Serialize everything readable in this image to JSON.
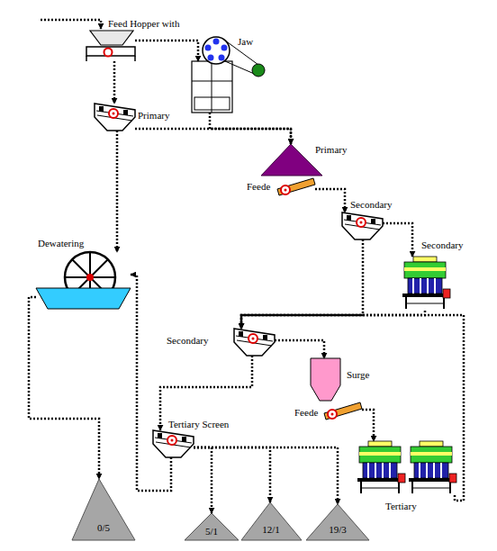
{
  "diagram": {
    "nodes": [
      {
        "text": [
          "Feed Hopper with"
        ]
      },
      {
        "text": [
          "Jaw"
        ]
      },
      {
        "text": [
          "Primary"
        ]
      },
      {
        "text": [
          "Primary"
        ]
      },
      {
        "text": [
          "Feede"
        ]
      },
      {
        "text": [
          "Secondary"
        ]
      },
      {
        "text": [
          "Secondary"
        ]
      },
      {
        "text": [
          "Dewatering"
        ]
      },
      {
        "text": [
          "Secondary"
        ]
      },
      {
        "text": [
          "Surge"
        ]
      },
      {
        "text": [
          "Feede"
        ]
      },
      {
        "text": [
          "Tertiary Screen"
        ]
      },
      {
        "text": [
          "Tertiary"
        ]
      },
      {
        "text": [
          "0/5"
        ]
      },
      {
        "text": [
          "5/1"
        ]
      },
      {
        "text": [
          "12/1"
        ]
      },
      {
        "text": [
          "19/3"
        ]
      }
    ],
    "edges": [
      {
        "from": 0,
        "to": 2,
        "arrow": "to"
      },
      {
        "from": 0,
        "to": 1,
        "arrow": "to"
      },
      {
        "from": 1,
        "to": 3,
        "arrow": "to"
      },
      {
        "from": 2,
        "to": 3,
        "arrow": "to"
      },
      {
        "from": 2,
        "to": 7,
        "arrow": "to"
      },
      {
        "from": 4,
        "to": 5,
        "arrow": "to"
      },
      {
        "from": 5,
        "to": 6,
        "arrow": "to"
      },
      {
        "from": 5,
        "to": 8,
        "arrow": "to"
      },
      {
        "from": 6,
        "to": 8,
        "arrow": "to"
      },
      {
        "from": 8,
        "to": 9,
        "arrow": "to"
      },
      {
        "from": 10,
        "to": 12,
        "arrow": "to"
      },
      {
        "from": 12,
        "to": 8,
        "arrow": "to"
      },
      {
        "from": 8,
        "to": 11,
        "arrow": "to"
      },
      {
        "from": 11,
        "to": 14,
        "arrow": "to"
      },
      {
        "from": 11,
        "to": 15,
        "arrow": "to"
      },
      {
        "from": 11,
        "to": 16,
        "arrow": "to"
      },
      {
        "from": 11,
        "to": 7,
        "arrow": "to"
      },
      {
        "from": 7,
        "to": 13,
        "arrow": "to"
      }
    ]
  }
}
